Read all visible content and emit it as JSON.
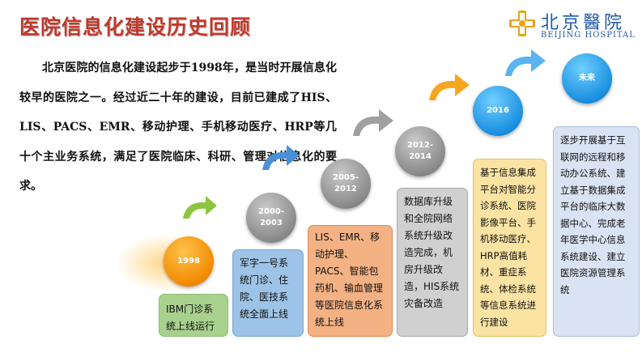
{
  "title": "医院信息化建设历史回顾",
  "logo": {
    "name_cn": "北京醫院",
    "name_en": "BEIJING HOSPITAL"
  },
  "intro_text": "北京医院的信息化建设起步于1998年，是当时开展信息化较早的医院之一。经过近二十年的建设，目前已建成了HIS、LIS、PACS、EMR、移动护理、手机移动医疗、HRP等几十个主业务系统，满足了医院临床、科研、管理对信息化的要求。",
  "timeline": [
    {
      "year": "1998",
      "description": "IBM门诊系统上线运行",
      "color": "#a9d18e"
    },
    {
      "year": "2000-\n2003",
      "description": "军字一号系统门诊、住院、医技系统全面上线",
      "color": "#9dc3e6"
    },
    {
      "year": "2005-\n2012",
      "description": "LIS、EMR、移动护理、PACS、智能包药机、输血管理等医院信息化系统上线",
      "color": "#f4b183"
    },
    {
      "year": "2012-\n2014",
      "description": "数据库升级和全院网络系统升级改造完成，机房升级改造，HIS系统灾备改造",
      "color": "#d0d0d0"
    },
    {
      "year": "2016",
      "description": "基于信息集成平台对智能分诊系统、医院影像平台、手机移动医疗、HRP高值耗材、重症系统、体检系统等信息系统进行建设",
      "color": "#fbe3a3"
    },
    {
      "year": "未来",
      "description": "逐步开展基于互联网的远程和移动办公系统、建立基于数据集成平台的临床大数据中心、完成老年医学中心信息系统建设、建立医院资源管理系统",
      "color": "#dae3f3"
    }
  ],
  "colors": {
    "title": "#c0392b",
    "logo": "#1f5aa6",
    "arrow_green": "#8cc63f",
    "arrow_blue": "#4a90d9",
    "arrow_gray": "#a0a0a0",
    "arrow_orange": "#f5a623",
    "arrow_sky": "#5ab4f0"
  }
}
